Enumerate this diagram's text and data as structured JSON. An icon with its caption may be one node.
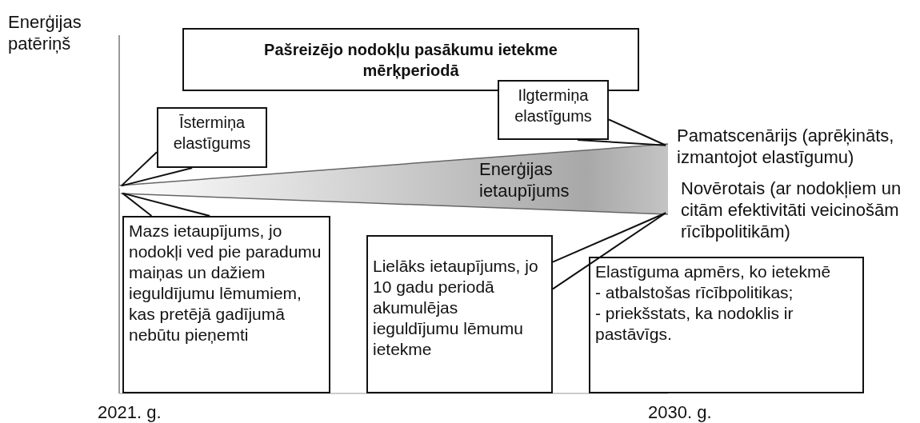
{
  "diagram": {
    "nodes": [
      {
        "text": [
          "Pašreizējo nodokļu pasākumu ietekme mērķperiodā"
        ]
      },
      {
        "text": [
          "Īstermiņa elastīgums"
        ]
      },
      {
        "text": [
          "Ilgtermiņa elastīgums"
        ]
      },
      {
        "text": [
          "Enerģijas ietaupījums"
        ]
      },
      {
        "text": [
          "Mazs ietaupījums, jo nodokļi ved pie paradumu maiņas un dažiem ieguldījumu lēmumiem, kas pretējā gadījumā nebūtu pieņemti"
        ]
      },
      {
        "text": [
          "Lielāks ietaupījums, jo 10 gadu periodā akumulējas ieguldījumu lēmumu ietekme"
        ]
      },
      {
        "text": [
          "Elastīguma apmērs, ko ietekmē",
          "- atbalstošas rīcībpolitikas;",
          "- priekšstats, ka nodoklis ir pastāvīgs."
        ]
      }
    ],
    "edges": [
      {
        "from": 1,
        "to": 3,
        "arrow": "none"
      },
      {
        "from": 2,
        "to": 3,
        "arrow": "none"
      },
      {
        "from": 4,
        "to": 3,
        "arrow": "none"
      },
      {
        "from": 5,
        "to": 3,
        "arrow": "none"
      }
    ],
    "labels": [
      "Enerģijas patēriņš",
      "Pamatscenārijs (aprēķināts, izmantojot elastīgumu)",
      "Novērotais (ar nodokļiem un citām efektivitāti veicinošām rīcībpolitikām)",
      "2021. g.",
      "2030. g."
    ]
  }
}
